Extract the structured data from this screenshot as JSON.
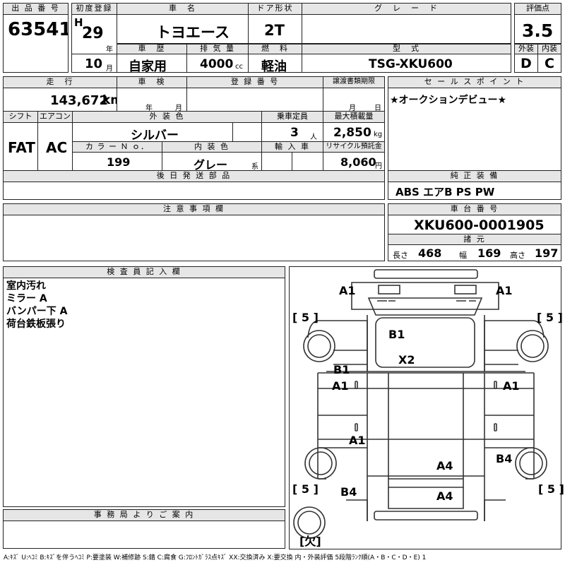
{
  "labels": {
    "lot_no": "出 品 番 号",
    "first_reg": "初度登録",
    "car_name": "車　名",
    "door": "ドア形状",
    "grade": "グ　レ　ー　ド",
    "score": "評価点",
    "history": "車　歴",
    "displacement": "排 気 量",
    "fuel": "燃　料",
    "model": "型　式",
    "exterior": "外装",
    "interior": "内装",
    "mileage": "走　行",
    "inspection": "車　検",
    "reg_no": "登 録 番 号",
    "transfer": "譲渡書類期限",
    "sales_point": "セ ー ル ス ポ イ ン ト",
    "shift": "シフト",
    "ac": "エアコン",
    "ext_color": "外 装 色",
    "capacity": "乗車定員",
    "load": "最大積載量",
    "color_no": "カ ラ ー Ｎ ｏ．",
    "int_color": "内 装 色",
    "import": "輸 入 車",
    "recycle": "リサイクル預託金",
    "later_parts": "後 日 発 送 部 品",
    "genuine": "純 正 装 備",
    "notes": "注 意 事 項 欄",
    "chassis": "車 台 番 号",
    "specs": "諸 元",
    "inspector": "検 査 員 記 入 欄",
    "office": "事 務 局 よ り ご 案 内"
  },
  "lot_number": "63541",
  "first_reg": {
    "era": "H",
    "year": "29",
    "year_unit": "年",
    "month": "10",
    "month_unit": "月"
  },
  "car_name": "トヨエース",
  "door_type": "2T",
  "grade": "",
  "score": "3.5",
  "car_history": "自家用",
  "displacement": {
    "value": "4000",
    "unit": "cc"
  },
  "fuel": "軽油",
  "model": "TSG-XKU600",
  "exterior_grade": "D",
  "interior_grade": "C",
  "mileage": {
    "value": "143,672",
    "unit": "km"
  },
  "inspection": {
    "year_unit": "年",
    "month_unit": "月"
  },
  "transfer": {
    "month_unit": "月",
    "day_unit": "日"
  },
  "sales_point": "★オークションデビュー★",
  "shift": "FAT",
  "aircon": "AC",
  "ext_color": "シルバー",
  "capacity": {
    "value": "3",
    "unit": "人"
  },
  "load": {
    "value": "2,850",
    "unit": "kg"
  },
  "color_no": "199",
  "int_color": {
    "value": "グレー",
    "unit": "系"
  },
  "recycle": {
    "value": "8,060",
    "unit": "円"
  },
  "genuine_equipment": "ABS エアB PS PW",
  "chassis_number": "XKU600-0001905",
  "dims": {
    "length_label": "長さ",
    "length": "468",
    "width_label": "幅",
    "width": "169",
    "height_label": "高さ",
    "height": "197"
  },
  "inspector_notes": [
    "室内汚れ",
    "ミラー A",
    "バンパー下 A",
    "荷台鉄板張り"
  ],
  "diagram": {
    "tyre_fl": "[ 5 ]",
    "tyre_fr": "[ 5 ]",
    "tyre_rl": "[ 5 ]",
    "tyre_rr": "[ 5 ]",
    "spare": "[欠]",
    "marks": {
      "a1_tl": "A1",
      "a1_tr": "A1",
      "b1_front": "B1",
      "x2": "X2",
      "b1_left": "B1",
      "a1_left": "A1",
      "a1_right": "A1",
      "a1_bottom": "A1",
      "a4_center": "A4",
      "b4_right": "B4",
      "b4_left": "B4",
      "a4_bottom": "A4"
    }
  },
  "legend": "A:ｷｽﾞ U:ﾍｺﾐ B:ｷｽﾞを伴うﾍｺﾐ P:要塗装 W:補修跡 S:錆 C:腐食 G:ﾌﾛﾝﾄｶﾞﾗｽ点ｷｽﾞ XX:交換済み X:要交換 内・外装評価 5段階ﾗﾝｸ順(A・B・C・D・E) 1",
  "colors": {
    "header_bg": "#e6e6e6",
    "border": "#222222"
  }
}
